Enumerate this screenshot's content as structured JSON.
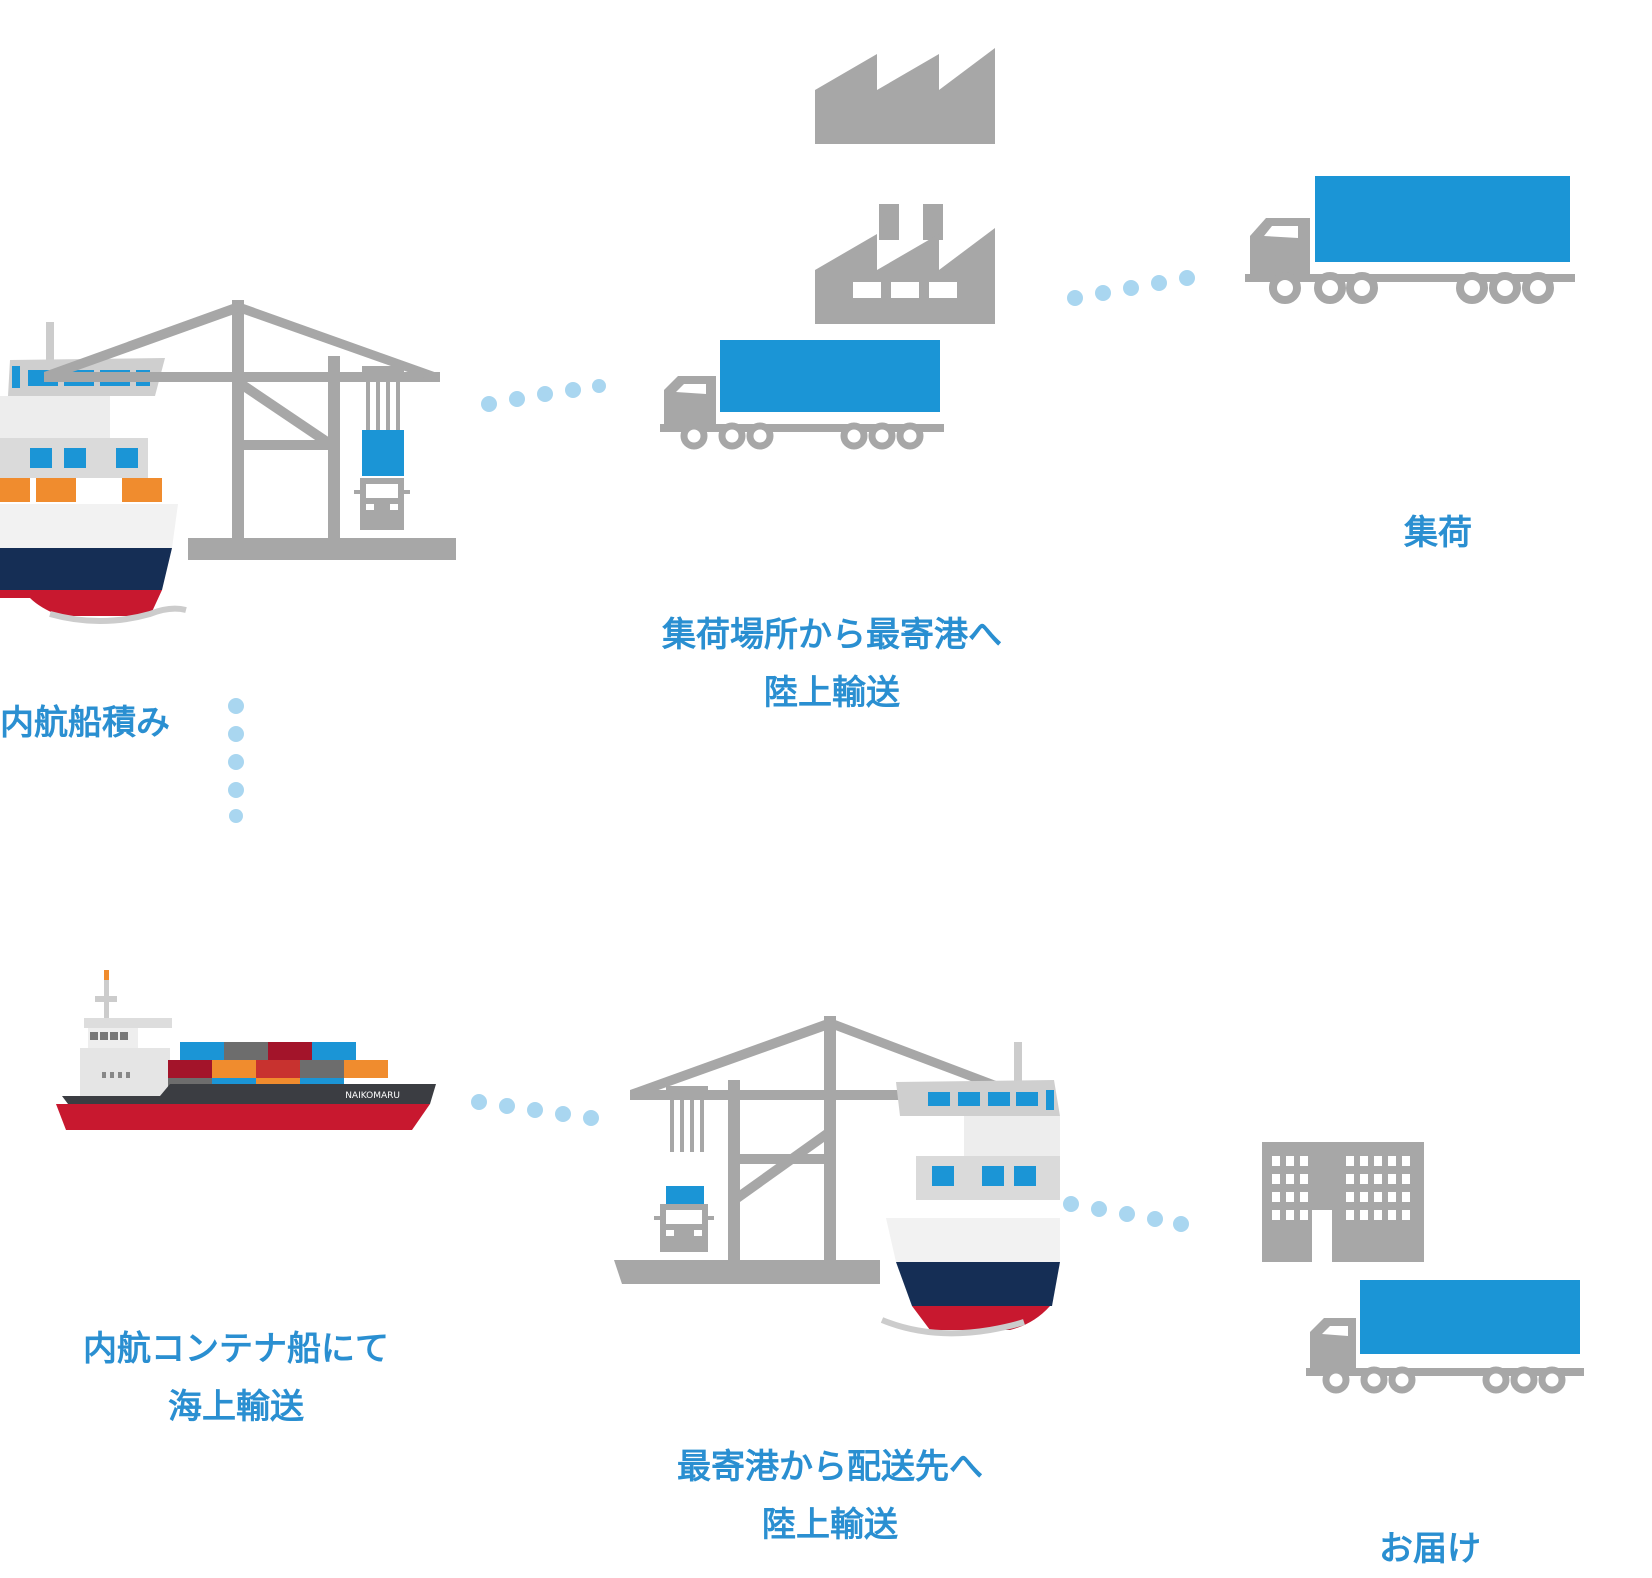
{
  "steps": {
    "pickup": {
      "line1": "集荷"
    },
    "land_to_port": {
      "line1": "集荷場所から最寄港へ",
      "line2": "陸上輸送"
    },
    "ship_loading": {
      "line1": "内航船積み"
    },
    "sea_transport": {
      "line1": "内航コンテナ船にて",
      "line2": "海上輸送"
    },
    "port_to_dest": {
      "line1": "最寄港から配送先へ",
      "line2": "陸上輸送"
    },
    "delivery": {
      "line1": "お届け"
    }
  },
  "ship_hull_name": "NAIKOMARU",
  "colors": {
    "label_blue": "#2a8fd1",
    "container_blue": "#1b95d6",
    "icon_gray": "#a7a7a7",
    "dot_blue": "#a9d6f0",
    "hull_navy": "#152e55",
    "hull_red": "#c8182f",
    "orange": "#f08c2e"
  }
}
